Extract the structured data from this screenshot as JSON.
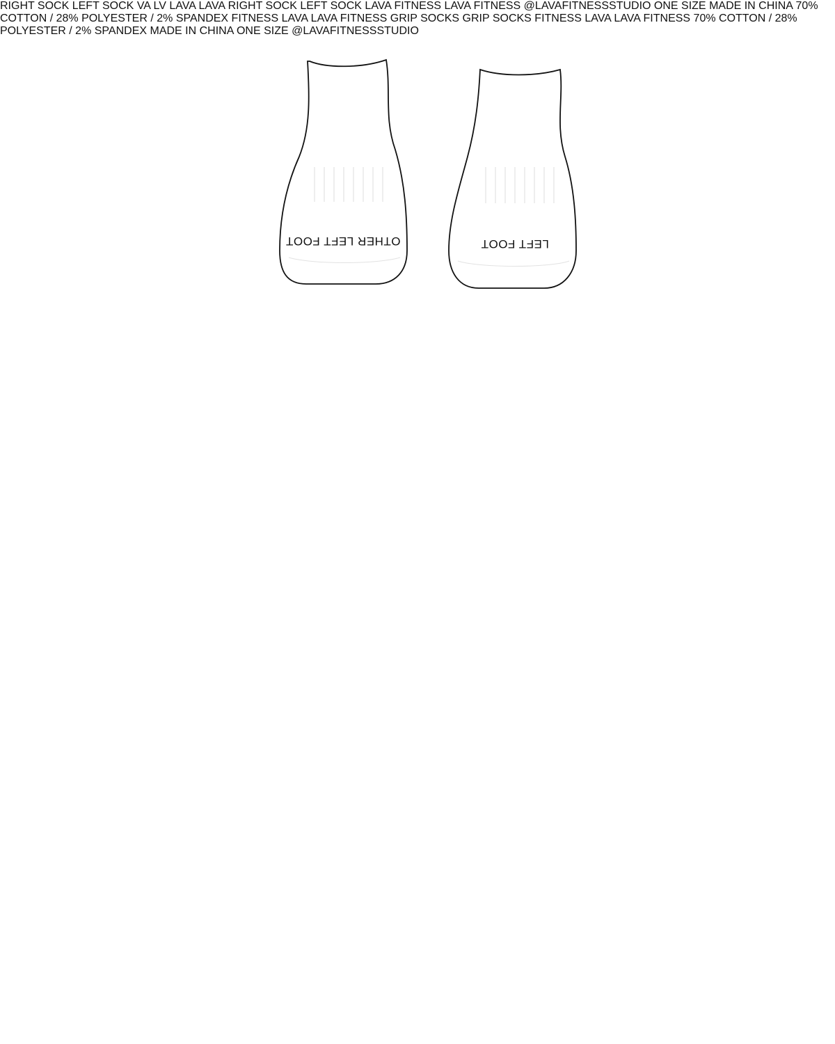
{
  "colors": {
    "outline": "#111111",
    "ribbing": "#dedede",
    "label_fold": "#9a9a9a",
    "background": "#ffffff"
  },
  "brand": {
    "name": "LAVA",
    "sub": "FITNESS",
    "icon": "lava-fitness-logo"
  },
  "socks": {
    "top_right_text": "OTHER LEFT FOOT",
    "top_left_text": "LEFT FOOT",
    "side_left_text": "VA",
    "side_right_text": "LV"
  },
  "captions": {
    "top_right": "RIGHT SOCK",
    "top_left": "LEFT SOCK",
    "bottom_right": "RIGHT SOCK",
    "bottom_left": "LEFT SOCK"
  },
  "label_a": {
    "handle": "@LAVAFITNESSSTUDIO",
    "composition": "70% COTTON / 28% POLYESTER / 2% SPANDEX",
    "origin": "MADE IN CHINA",
    "size": "ONE SIZE",
    "footer": "GRIP SOCKS"
  },
  "label_b": {
    "header": "GRIP SOCKS",
    "composition": "70% COTTON / 28% POLYESTER / 2% SPANDEX",
    "origin": "MADE IN CHINA",
    "size": "ONE SIZE",
    "handle": "@LAVAFITNESSSTUDIO"
  }
}
